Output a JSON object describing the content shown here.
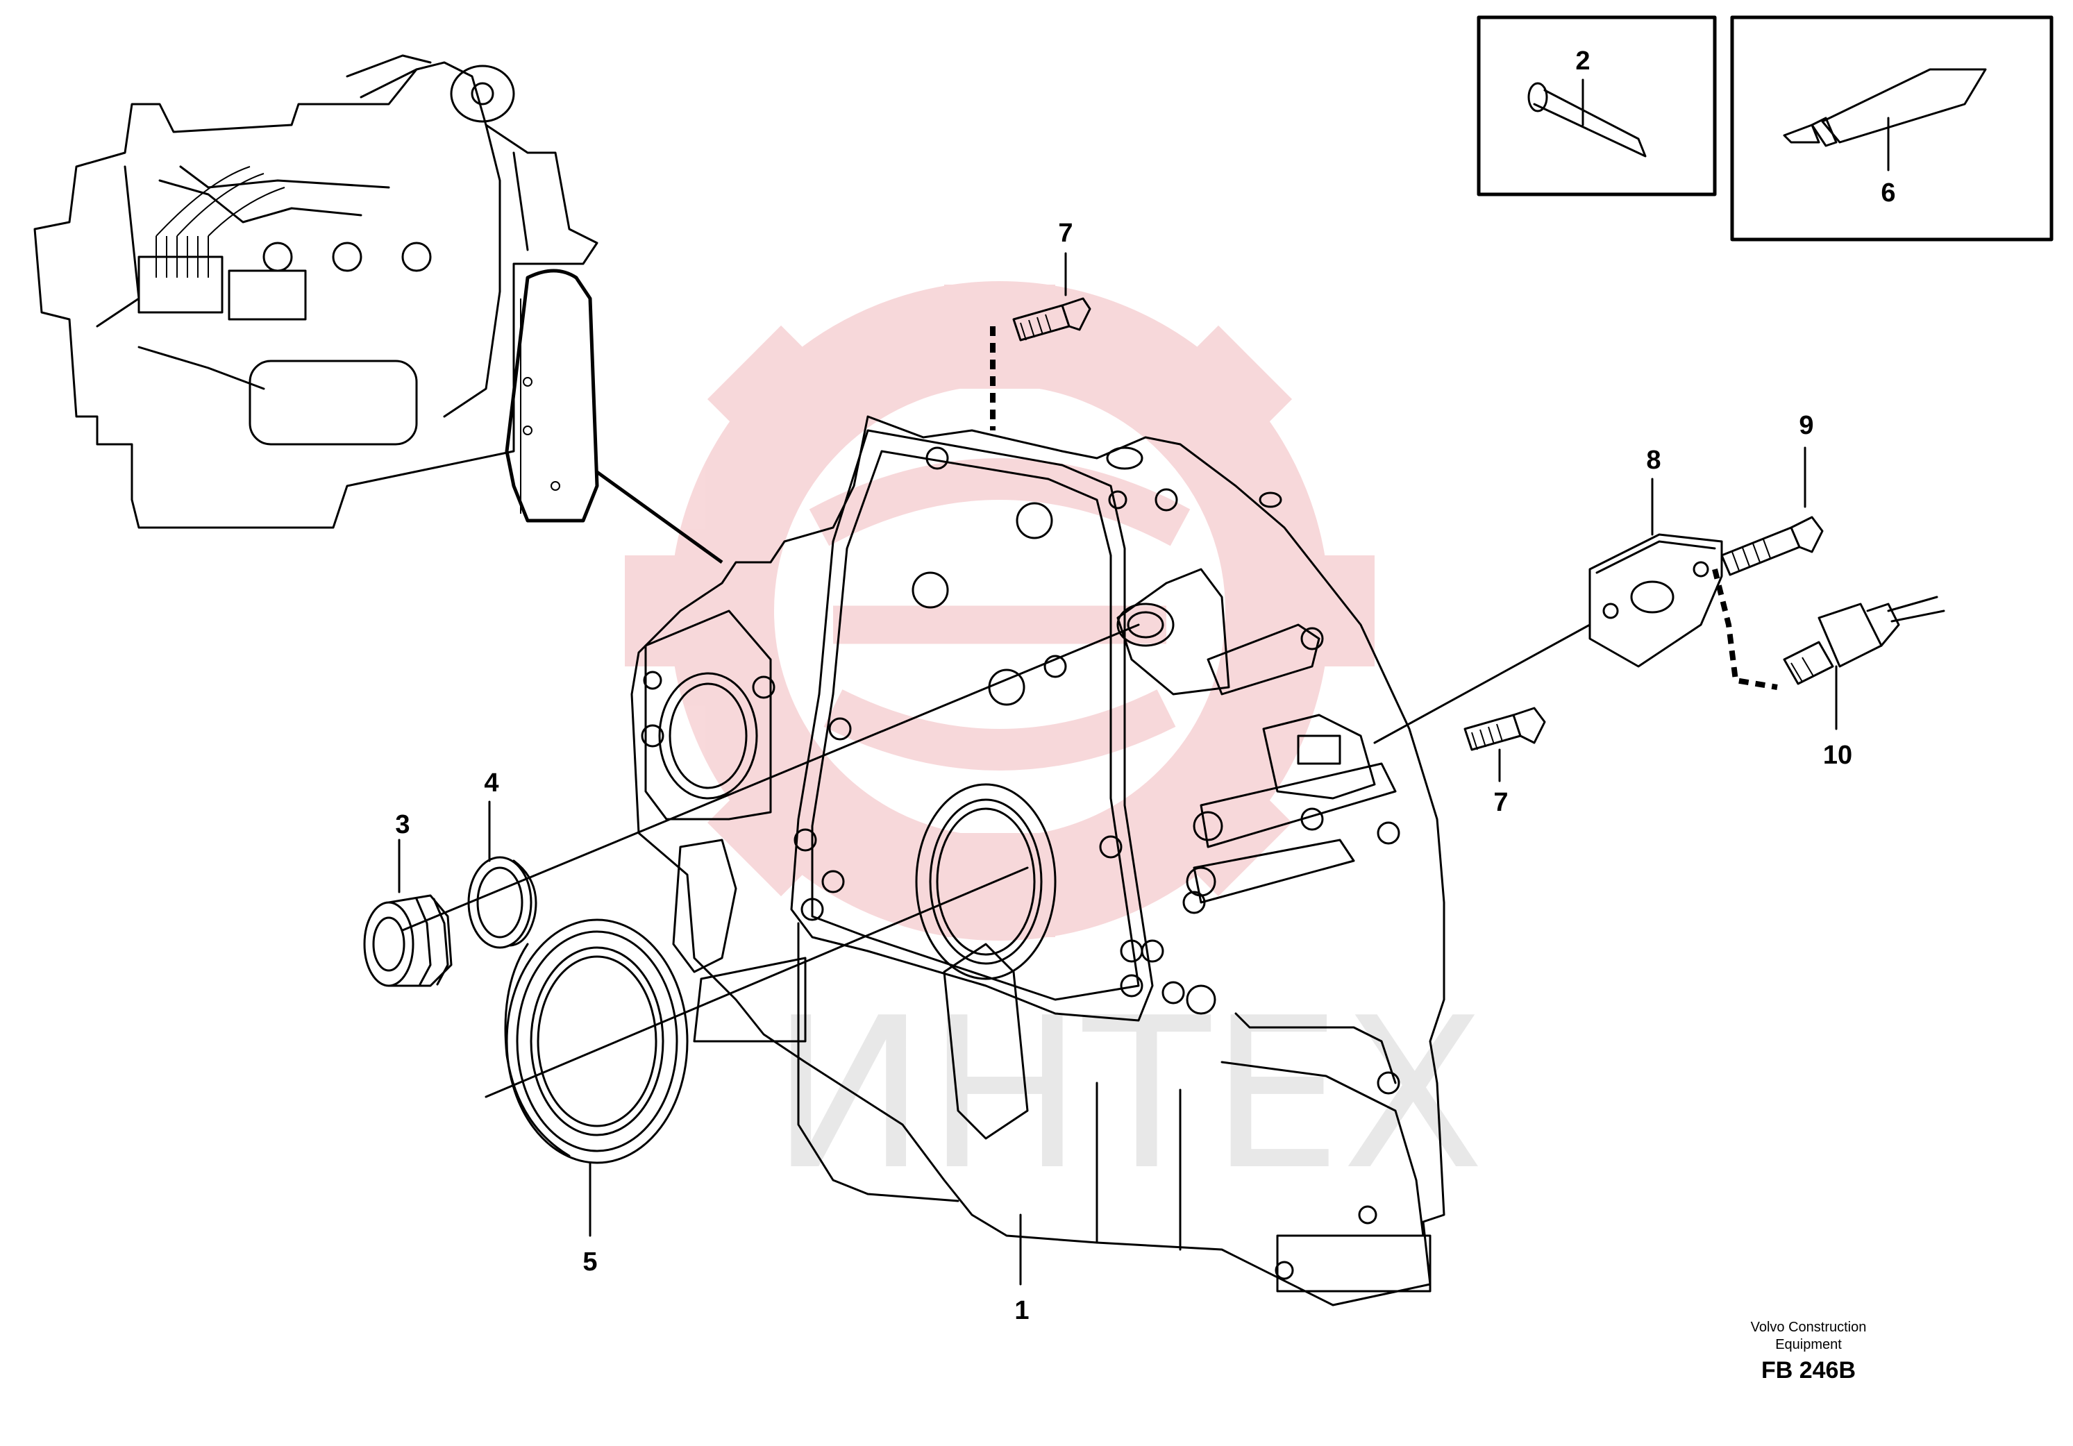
{
  "callouts": {
    "c1": "1",
    "c2": "2",
    "c3": "3",
    "c4": "4",
    "c5": "5",
    "c6": "6",
    "c7_top": "7",
    "c7_right": "7",
    "c8": "8",
    "c9": "9",
    "c10": "10"
  },
  "footer": {
    "line1": "Volvo Construction",
    "line2": "Equipment",
    "code": "FB 246B"
  },
  "watermark": {
    "text": "ИНТЕХ",
    "gear_color": "#f2b9bd"
  }
}
